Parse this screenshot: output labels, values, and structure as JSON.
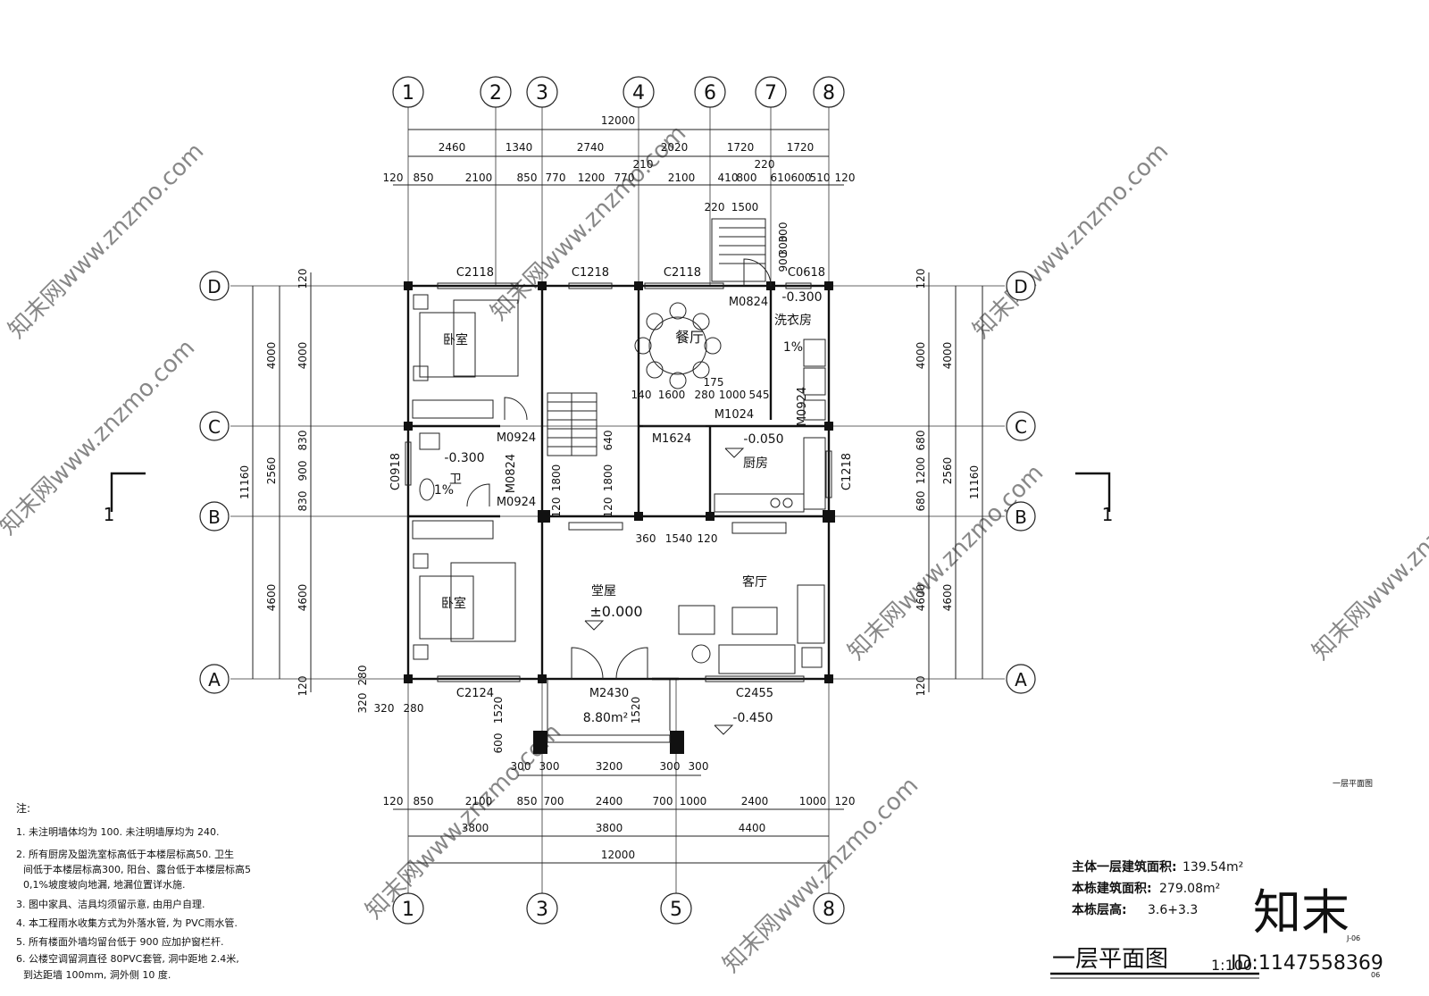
{
  "top_axes": [
    "1",
    "2",
    "3",
    "4",
    "6",
    "7",
    "8"
  ],
  "bottom_axes": [
    "1",
    "3",
    "5",
    "8"
  ],
  "left_axes": [
    "D",
    "C",
    "B",
    "A"
  ],
  "right_axes": [
    "D",
    "C",
    "B",
    "A"
  ],
  "top_dims": {
    "total": "12000",
    "row2": [
      "2460",
      "1340",
      "2740",
      "2020",
      "1720",
      "1720"
    ],
    "row3": [
      "120",
      "850",
      "2100",
      "850",
      "770",
      "1200",
      "770",
      "210",
      "2100",
      "220",
      "410",
      "800",
      "610",
      "600",
      "510",
      "120"
    ],
    "stair": [
      "220",
      "1500"
    ],
    "stair_v": [
      "300",
      "900",
      "300"
    ]
  },
  "bottom_dims": {
    "row1": [
      "120",
      "850",
      "2100",
      "850",
      "700",
      "2400",
      "700",
      "1000",
      "2400",
      "1000",
      "120"
    ],
    "row2": [
      "3800",
      "3800",
      "4400"
    ],
    "total": "12000",
    "porch": [
      "300",
      "300",
      "3200",
      "300",
      "300"
    ]
  },
  "left_dims": {
    "outer": [
      "4000",
      "2560",
      "4600"
    ],
    "outer_total": "11160",
    "inner": [
      "120",
      "4000",
      "830",
      "900",
      "830",
      "4600",
      "120"
    ],
    "porch": [
      "280",
      "320",
      "320",
      "280"
    ]
  },
  "right_dims": {
    "inner": [
      "120",
      "4000",
      "680",
      "1200",
      "680",
      "4600",
      "120"
    ],
    "outer": [
      "4000",
      "2560",
      "4600"
    ],
    "outer_total": "11160"
  },
  "windows": [
    "C2118",
    "C1218",
    "C2118",
    "C0618",
    "C0918",
    "C1218",
    "C2124",
    "C2455"
  ],
  "doors": [
    "M0824",
    "M0924",
    "M1024",
    "M0924",
    "M1624",
    "M0824",
    "M0924",
    "M2430"
  ],
  "rooms": {
    "bedroom1": "卧室",
    "bedroom2": "卧室",
    "dining": "餐厅",
    "laundry": "洗衣房",
    "toilet": "卫",
    "kitchen": "厨房",
    "hall": "堂屋",
    "living": "客厅"
  },
  "levels": {
    "hall": "±0.000",
    "laundry": "-0.300",
    "toilet": "-0.300",
    "kitchen": "-0.050",
    "porch": "-0.450",
    "laundry_slope": "1%",
    "toilet_slope": "1%",
    "porch_area": "8.80m²"
  },
  "interior_dims": {
    "dining_row": [
      "140",
      "1600",
      "280",
      "1000",
      "545"
    ],
    "dining_v": "175",
    "stair_col": [
      "1800",
      "1800",
      "640",
      "120",
      "120"
    ],
    "living_row": [
      "360",
      "1540",
      "120"
    ],
    "porch_v": [
      "1520",
      "1520",
      "600"
    ]
  },
  "section_mark": "1",
  "notes": {
    "heading": "注:",
    "items": [
      "1. 未注明墙体均为        100. 未注明墙厚均为          240.",
      "2. 所有厨房及盥洗室标高低于本楼层标高50. 卫生",
      "间低于本楼层标高300, 阳台、露台低于本楼层标高5",
      "0,1%坡度坡向地漏, 地漏位置详水施.",
      "3. 图中家具、洁具均须留示意, 由用户自理.",
      "4. 本工程雨水收集方式为外落水管, 为            PVC雨水管.",
      "5. 所有楼面外墙均留台低于          900 应加护窗栏杆.",
      "6. 公楼空调留洞直径          80PVC套管, 洞中距地          2.4米,",
      "到达距墙     100mm, 洞外侧     10 度."
    ]
  },
  "areas": {
    "row1_label": "主体一层建筑面积:",
    "row1_value": "139.54m²",
    "row2_label": "本栋建筑面积:",
    "row2_value": "279.08m²",
    "row3_label": "本栋层高:",
    "row3_value": "3.6+3.3"
  },
  "title": "一层平面图",
  "scale": "1:100",
  "small_caption": "一层平面图",
  "sheet_no": "J-06",
  "sheet_no2": "06",
  "logo": "知末",
  "watermark_id": "ID:1147558369",
  "watermark_text": "知末网www.znzmo.com"
}
